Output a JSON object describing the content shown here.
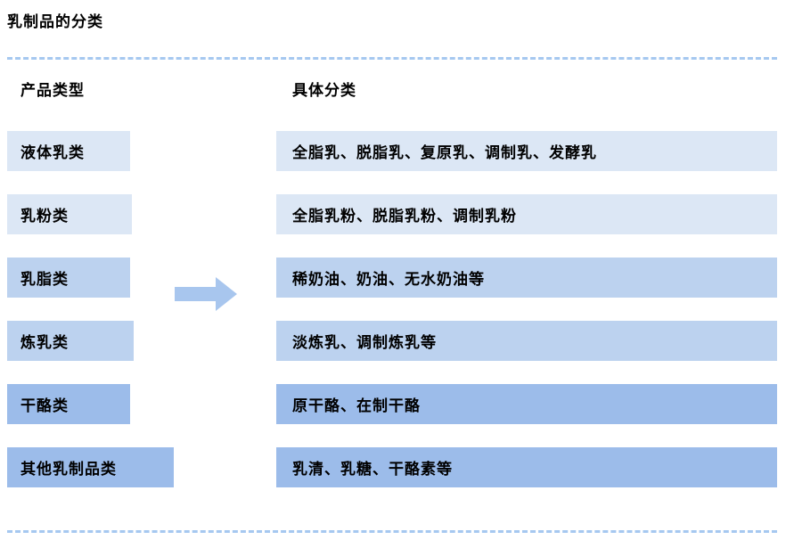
{
  "title": "乳制品的分类",
  "columns": {
    "left": "产品类型",
    "right": "具体分类"
  },
  "rows": [
    {
      "type": "液体乳类",
      "detail": "全脂乳、脱脂乳、复原乳、调制乳、发酵乳",
      "tier": "light",
      "has_arrow": false
    },
    {
      "type": "乳粉类",
      "detail": "全脂乳粉、脱脂乳粉、调制乳粉",
      "tier": "light",
      "has_arrow": false
    },
    {
      "type": "乳脂类",
      "detail": "稀奶油、奶油、无水奶油等",
      "tier": "medium",
      "has_arrow": true
    },
    {
      "type": "炼乳类",
      "detail": "淡炼乳、调制炼乳等",
      "tier": "medium",
      "has_arrow": false
    },
    {
      "type": "干酪类",
      "detail": "原干酪、在制干酪",
      "tier": "dark",
      "has_arrow": false
    },
    {
      "type": "其他乳制品类",
      "detail": "乳清、乳糖、干酪素等",
      "tier": "dark",
      "has_arrow": false
    }
  ],
  "icons": {
    "arrow": "right-block-arrow"
  },
  "colors": {
    "tier_light": "#dce7f5",
    "tier_medium": "#bcd2ef",
    "tier_dark": "#9cbcea",
    "arrow": "#a8c6ee",
    "divider": "#a6c8f0",
    "text": "#000000"
  }
}
